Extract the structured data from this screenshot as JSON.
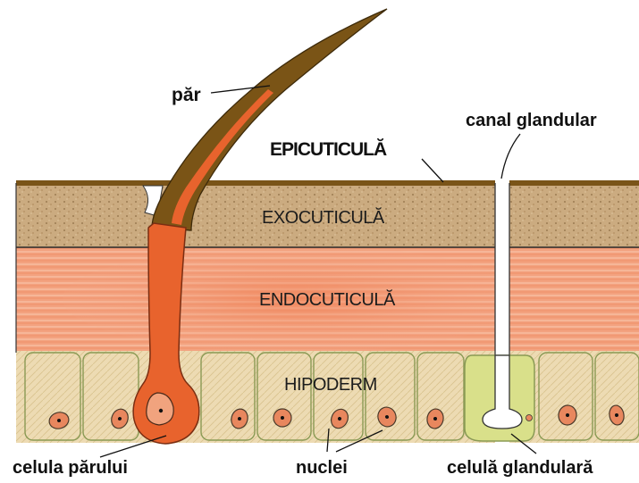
{
  "labels": {
    "hair": "păr",
    "epicuticle": "EPICUTICULĂ",
    "exocuticle": "EXOCUTICULĂ",
    "endocuticle": "ENDOCUTICULĂ",
    "hypoderm": "HIPODERM",
    "gland_canal": "canal glandular",
    "hair_cell": "celula părului",
    "nuclei": "nuclei",
    "gland_cell": "celulă glandulară"
  },
  "colors": {
    "epicuticle": "#7a5418",
    "exocuticle": "#c9aa7e",
    "endocuticle": "#f29a74",
    "hypoderm": "#ecd9b0",
    "cell_border": "#8a9a55",
    "hair_outer": "#7a5416",
    "hair_inner": "#e8632d",
    "gland_cell": "#d9e08a",
    "nucleus": "#e8875e"
  }
}
